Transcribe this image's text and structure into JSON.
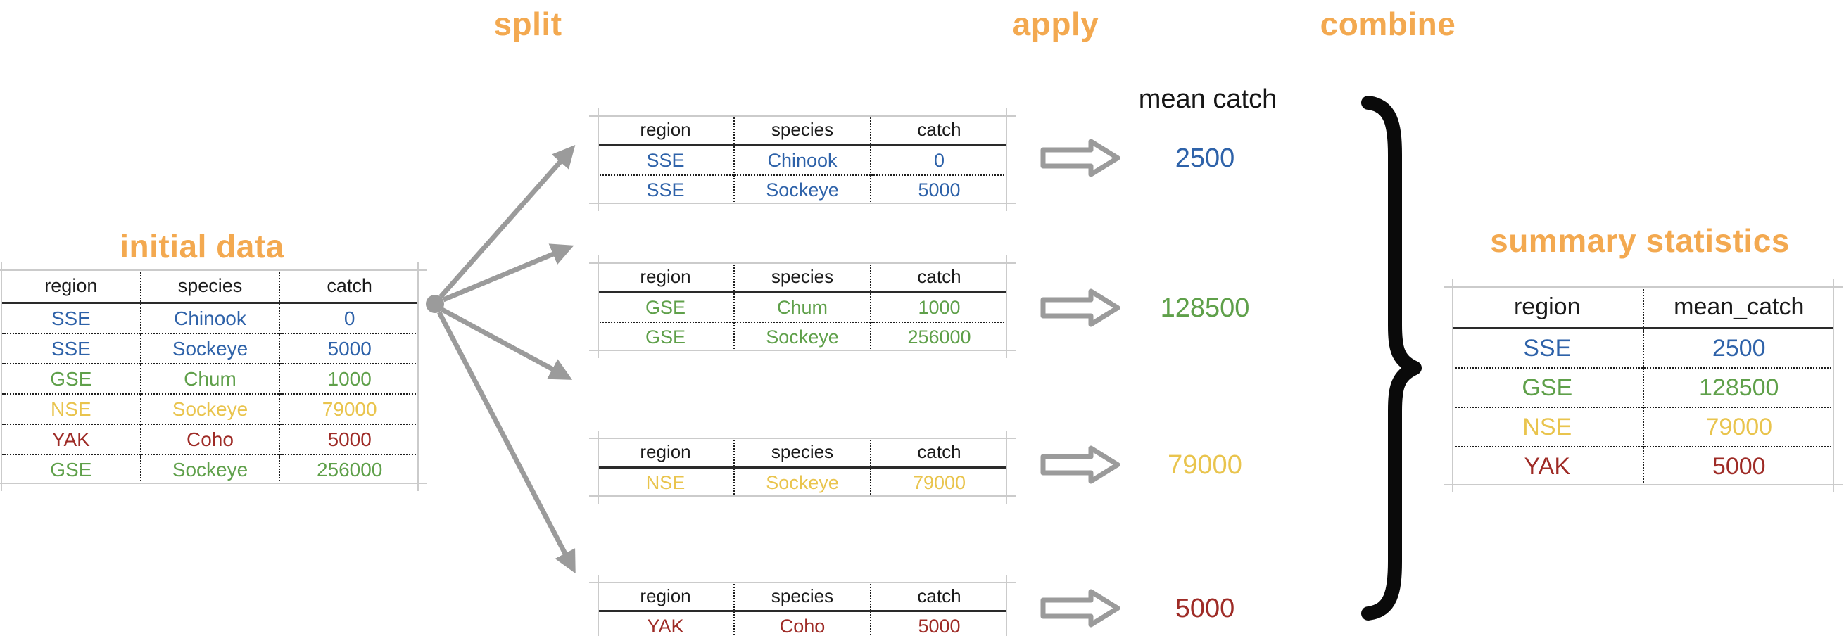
{
  "palette": {
    "orange": "#F3A950",
    "blue": "#2E62A9",
    "green": "#5FA04A",
    "gold": "#E9C44D",
    "red": "#9E2B26",
    "arrow_gray": "#9B9B9B",
    "black": "#0A0A0A"
  },
  "headings": {
    "split": "split",
    "apply": "apply",
    "combine": "combine"
  },
  "initial": {
    "title": "initial data",
    "table": {
      "headers": [
        "region",
        "species",
        "catch"
      ],
      "rows": [
        {
          "cells": [
            "SSE",
            "Chinook",
            "0"
          ],
          "color": "blue"
        },
        {
          "cells": [
            "SSE",
            "Sockeye",
            "5000"
          ],
          "color": "blue"
        },
        {
          "cells": [
            "GSE",
            "Chum",
            "1000"
          ],
          "color": "green"
        },
        {
          "cells": [
            "NSE",
            "Sockeye",
            "79000"
          ],
          "color": "gold"
        },
        {
          "cells": [
            "YAK",
            "Coho",
            "5000"
          ],
          "color": "red"
        },
        {
          "cells": [
            "GSE",
            "Sockeye",
            "256000"
          ],
          "color": "green"
        }
      ]
    }
  },
  "split_tables": [
    {
      "table": {
        "headers": [
          "region",
          "species",
          "catch"
        ],
        "rows": [
          {
            "cells": [
              "SSE",
              "Chinook",
              "0"
            ],
            "color": "blue"
          },
          {
            "cells": [
              "SSE",
              "Sockeye",
              "5000"
            ],
            "color": "blue"
          }
        ]
      }
    },
    {
      "table": {
        "headers": [
          "region",
          "species",
          "catch"
        ],
        "rows": [
          {
            "cells": [
              "GSE",
              "Chum",
              "1000"
            ],
            "color": "green"
          },
          {
            "cells": [
              "GSE",
              "Sockeye",
              "256000"
            ],
            "color": "green"
          }
        ]
      }
    },
    {
      "table": {
        "headers": [
          "region",
          "species",
          "catch"
        ],
        "rows": [
          {
            "cells": [
              "NSE",
              "Sockeye",
              "79000"
            ],
            "color": "gold"
          }
        ]
      }
    },
    {
      "table": {
        "headers": [
          "region",
          "species",
          "catch"
        ],
        "rows": [
          {
            "cells": [
              "YAK",
              "Coho",
              "5000"
            ],
            "color": "red"
          }
        ]
      }
    }
  ],
  "apply_column": {
    "label": "mean catch",
    "results": [
      {
        "value": "2500",
        "color": "blue"
      },
      {
        "value": "128500",
        "color": "green"
      },
      {
        "value": "79000",
        "color": "gold"
      },
      {
        "value": "5000",
        "color": "red"
      }
    ]
  },
  "summary": {
    "title": "summary statistics",
    "table": {
      "headers": [
        "region",
        "mean_catch"
      ],
      "rows": [
        {
          "cells": [
            "SSE",
            "2500"
          ],
          "color": "blue"
        },
        {
          "cells": [
            "GSE",
            "128500"
          ],
          "color": "green"
        },
        {
          "cells": [
            "NSE",
            "79000"
          ],
          "color": "gold"
        },
        {
          "cells": [
            "YAK",
            "5000"
          ],
          "color": "red"
        }
      ]
    }
  },
  "icons": {
    "origin_dot": "●",
    "flow_arrow": "→",
    "apply_arrow": "⇨",
    "combine_brace": "}"
  }
}
